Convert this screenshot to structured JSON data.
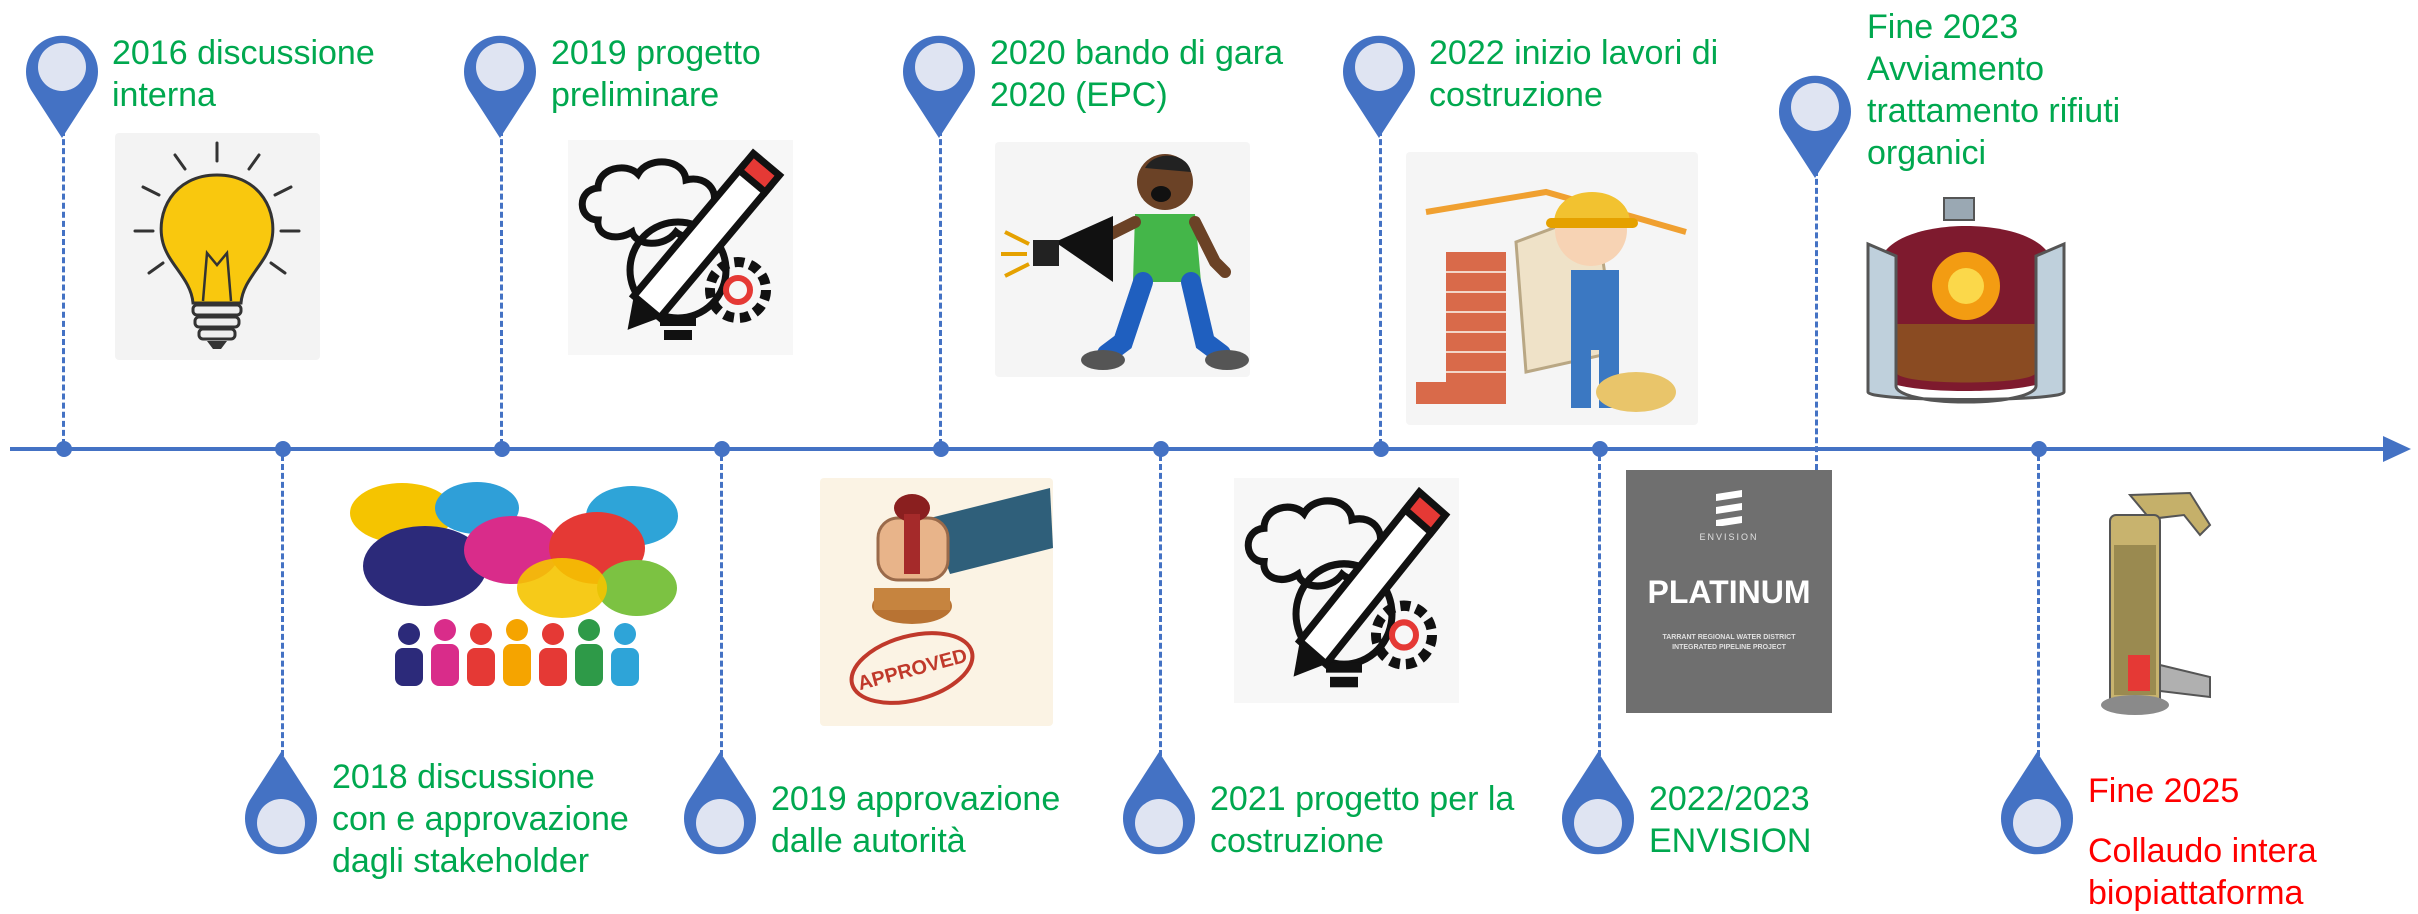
{
  "milestones": [
    {
      "text": "2016 discussione\ninterna",
      "color": "#00a84f"
    },
    {
      "text": "2018 discussione\ncon e approvazione\ndagli stakeholder",
      "color": "#00a84f"
    },
    {
      "text": "2019 progetto\npreliminare",
      "color": "#00a84f"
    },
    {
      "text": "2019 approvazione\ndalle autorità",
      "color": "#00a84f"
    },
    {
      "text": "2020 bando di gara\n2020 (EPC)",
      "color": "#00a84f"
    },
    {
      "text": "2021 progetto per la\ncostruzione",
      "color": "#00a84f"
    },
    {
      "text": "2022 inizio lavori di\ncostruzione",
      "color": "#00a84f"
    },
    {
      "text": "2022/2023\nENVISION",
      "color": "#00a84f"
    },
    {
      "text": "Fine 2023\nAvviamento\ntrattamento rifiuti\norganici",
      "color": "#00a84f"
    },
    {
      "text": "Fine 2025",
      "color": "#ff0000"
    },
    {
      "text": "Collaudo intera\nbiopiattaforma",
      "color": "#ff0000"
    }
  ],
  "envision_card": {
    "brand": "ENVISION",
    "rating": "PLATINUM",
    "project_line1": "TARRANT REGIONAL WATER DISTRICT",
    "project_line2": "INTEGRATED PIPELINE PROJECT"
  },
  "icons": [
    "lightbulb-icon",
    "speech-bubbles-icon",
    "brain-pencil-gear-icon",
    "approved-stamp-icon",
    "megaphone-man-icon",
    "brain-pencil-gear-icon",
    "construction-worker-icon",
    "envision-platinum-card",
    "digester-tank-icon",
    "reactor-vessel-icon"
  ],
  "colors": {
    "timeline": "#4472c4",
    "pin_fill": "#dfe4f2",
    "milestone_text": "#00a84f",
    "future_text": "#ff0000",
    "envision_card_bg": "#6f6f6f"
  }
}
